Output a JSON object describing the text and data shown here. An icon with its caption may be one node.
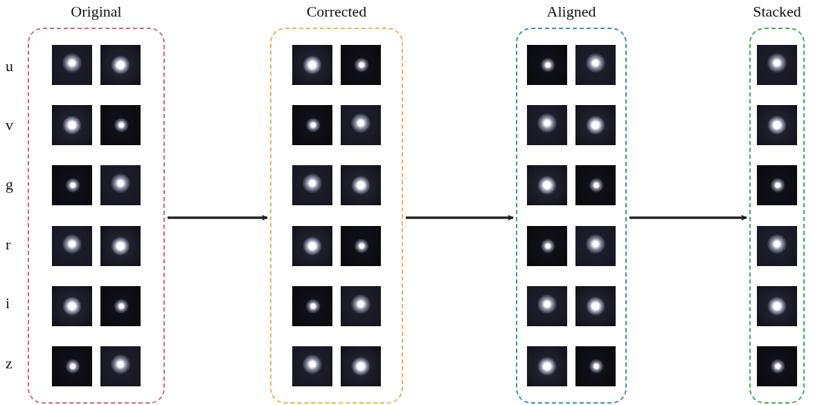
{
  "diagram": {
    "nodes": [
      {
        "text": [
          "Original"
        ]
      },
      {
        "text": [
          "Corrected"
        ]
      },
      {
        "text": [
          "Aligned"
        ]
      },
      {
        "text": [
          "Stacked"
        ]
      }
    ],
    "edges": [
      {
        "from": 0,
        "to": 1,
        "arrow": "to"
      },
      {
        "from": 1,
        "to": 2,
        "arrow": "to"
      },
      {
        "from": 2,
        "to": 3,
        "arrow": "to"
      }
    ],
    "labels": [
      "u",
      "v",
      "g",
      "r",
      "i",
      "z"
    ]
  }
}
